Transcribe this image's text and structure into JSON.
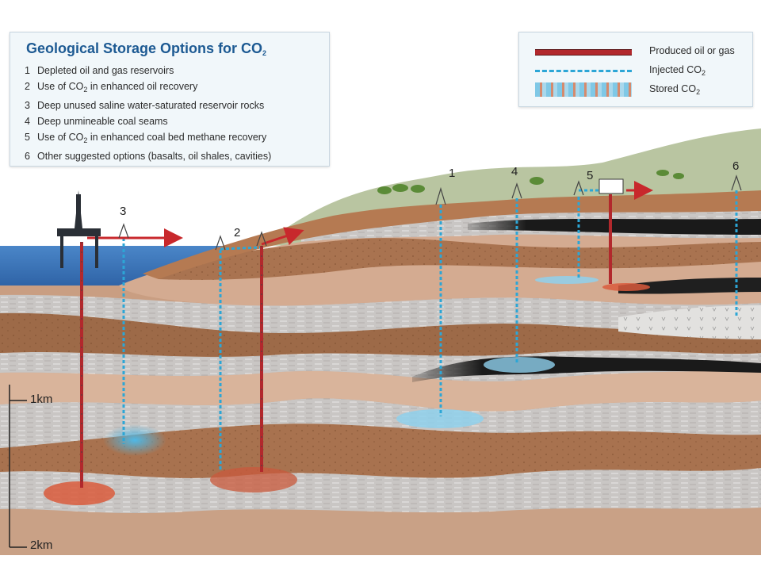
{
  "title": {
    "text": "Geological Storage Options for CO",
    "sub": "2"
  },
  "options": [
    {
      "num": "1",
      "text": "Depleted oil and gas reservoirs",
      "after": ""
    },
    {
      "num": "2",
      "text": "Use of CO",
      "sub": "2",
      "after": " in enhanced oil recovery"
    },
    {
      "num": "3",
      "text": "Deep unused saline water-saturated reservoir rocks",
      "after": ""
    },
    {
      "num": "4",
      "text": "Deep unmineable coal seams",
      "after": ""
    },
    {
      "num": "5",
      "text": "Use of CO",
      "sub": "2",
      "after": " in enhanced coal bed methane recovery"
    },
    {
      "num": "6",
      "text": "Other suggested options (basalts, oil shales, cavities)",
      "after": ""
    }
  ],
  "legend": {
    "produced": "Produced oil or gas",
    "injected": {
      "text": "Injected CO",
      "sub": "2"
    },
    "stored": {
      "text": "Stored CO",
      "sub": "2"
    }
  },
  "depth": {
    "km1": "1km",
    "km2": "2km"
  },
  "sites": {
    "s1": "1",
    "s2": "2",
    "s3": "3",
    "s4": "4",
    "s5": "5",
    "s6": "6"
  },
  "colors": {
    "title": "#1d5a93",
    "sea": "#2f6cb5",
    "hill": "#b8c49f",
    "produced": "#b2282c",
    "injected": "#2ca6d6",
    "stored": "#7fc8e6",
    "coal": "#1f1f1f",
    "brown": "#a2704d",
    "tan": "#dcb79f",
    "gray": "#c9c6c4"
  }
}
